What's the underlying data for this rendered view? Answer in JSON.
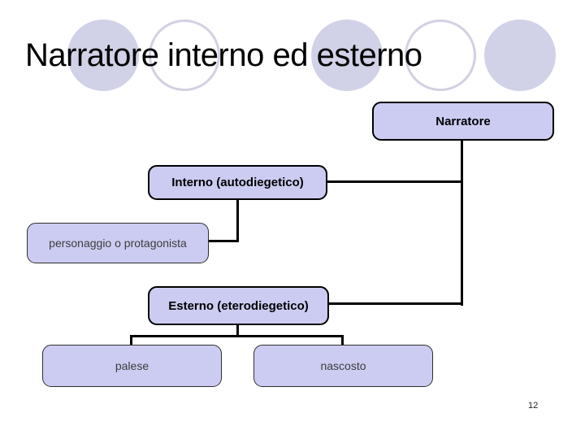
{
  "title": "Narratore interno ed esterno",
  "page_number": "12",
  "diagram": {
    "nodes": {
      "narratore": "Narratore",
      "interno": "Interno (autodiegetico)",
      "personaggio": "personaggio o protagonista",
      "esterno": "Esterno (eterodiegetico)",
      "palese": "palese",
      "nascosto": "nascosto"
    },
    "hierarchy": [
      {
        "parent": "Narratore",
        "child": "Interno (autodiegetico)"
      },
      {
        "parent": "Narratore",
        "child": "Esterno (eterodiegetico)"
      },
      {
        "parent": "Interno (autodiegetico)",
        "child": "personaggio o protagonista"
      },
      {
        "parent": "Esterno (eterodiegetico)",
        "child": "palese"
      },
      {
        "parent": "Esterno (eterodiegetico)",
        "child": "nascosto"
      }
    ]
  },
  "colors": {
    "box_fill": "#ccccf2",
    "box_border_dark": "#000000",
    "box_border_light": "#2e2e2e",
    "circle_fill": "#d1d1e7",
    "circle_stroke": "#d1d1e2",
    "connector": "#000000",
    "title_color": "#000000",
    "light_text": "#3c3c3c"
  }
}
